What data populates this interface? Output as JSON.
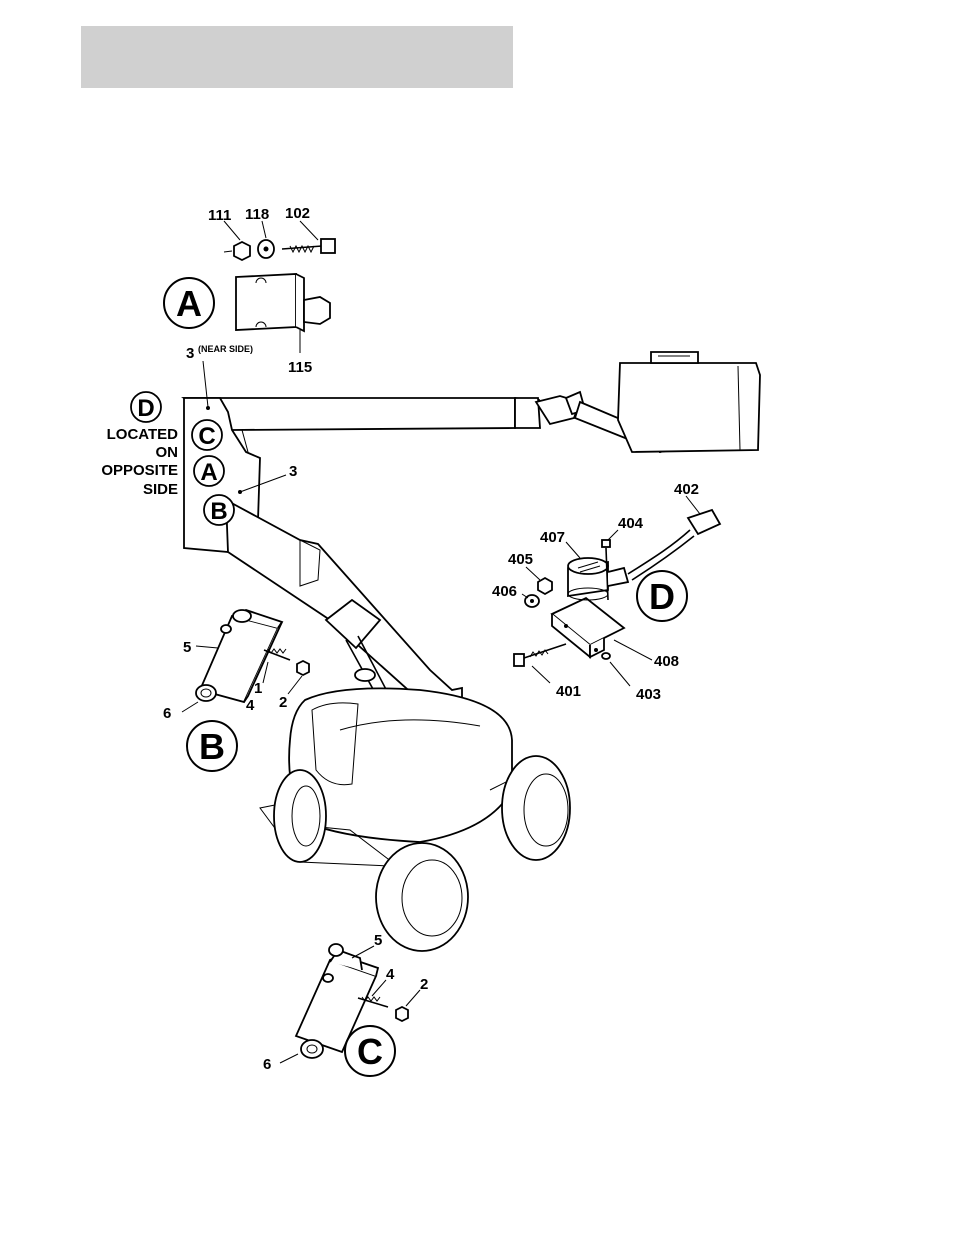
{
  "header": {
    "bar_color": "#d0d0d0"
  },
  "detail_a": {
    "callout": "A",
    "parts": [
      "111",
      "118",
      "102",
      "115"
    ]
  },
  "boom_labels": {
    "near_side_number": "3",
    "near_side_note": "(NEAR SIDE)",
    "side_number": "3",
    "located_line1": "LOCATED",
    "located_line2": "ON",
    "located_line3": "OPPOSITE",
    "located_line4": "SIDE",
    "mini_callouts": [
      "D",
      "C",
      "A",
      "B"
    ]
  },
  "detail_b": {
    "callout": "B",
    "parts": [
      "5",
      "1",
      "4",
      "2",
      "6"
    ]
  },
  "detail_c": {
    "callout": "C",
    "parts": [
      "5",
      "4",
      "2",
      "6"
    ]
  },
  "detail_d": {
    "callout": "D",
    "parts": [
      "402",
      "404",
      "407",
      "405",
      "406",
      "408",
      "401",
      "403"
    ]
  }
}
